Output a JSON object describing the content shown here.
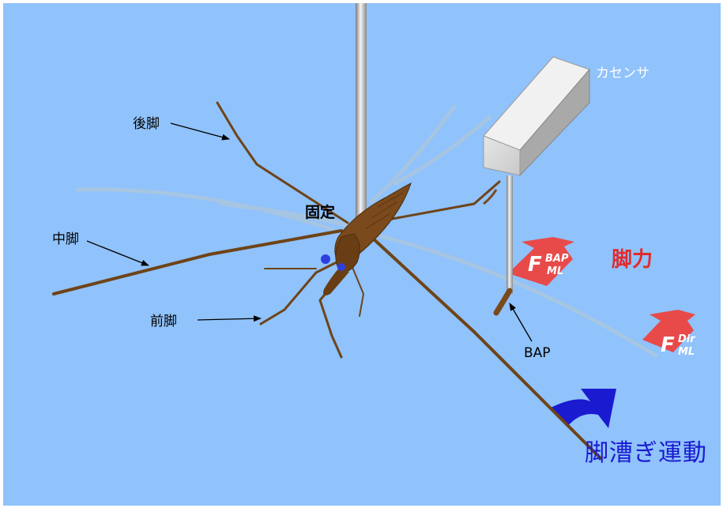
{
  "labels": {
    "hind_leg": "後脚",
    "mid_leg": "中脚",
    "fore_leg": "前脚",
    "fixed": "固定",
    "force_sensor": "カセンサ",
    "bap": "BAP",
    "leg_force": "脚力",
    "rowing": "脚漕ぎ運動"
  },
  "force_symbols": {
    "bap": {
      "main": "F",
      "sup": "BAP",
      "sub": "ML"
    },
    "dir": {
      "main": "F",
      "sup": "Dir",
      "sub": "ML"
    }
  },
  "colors": {
    "background": "#90c2fb",
    "insect": "#7a4a1c",
    "force_arrow": "#e84a4a",
    "rowing_arrow": "#1a1ad0",
    "sensor": "#d8d8d8"
  }
}
